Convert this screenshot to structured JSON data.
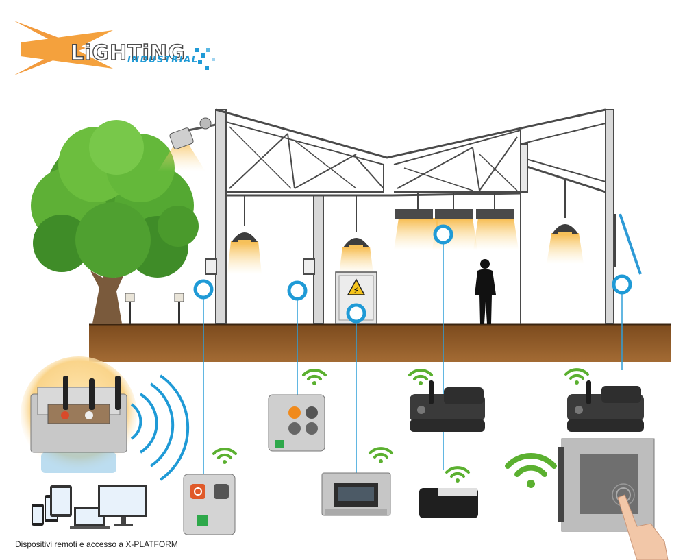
{
  "logo": {
    "brand": "LiGHTiNG",
    "subtitle": "INDUSTRIAL"
  },
  "panel": {
    "warning_symbol": "⚡"
  },
  "caption": "Dispositivi remoti e accesso a X-PLATFORM",
  "colors": {
    "accent_blue": "#1f9ad6",
    "wifi_green": "#5bb030",
    "ground_brown": "#7a4a1e",
    "logo_orange": "#f08a1c",
    "light_glow": "#f6c15a"
  },
  "icons": [
    "tree-icon",
    "floodlight-icon",
    "pendant-lamp-icon",
    "linear-lamp-icon",
    "warning-icon",
    "person-icon",
    "wifi-icon",
    "gateway-icon",
    "control-box-icon",
    "meter-icon",
    "sensor-icon",
    "tablet-icon",
    "touch-panel-icon",
    "hand-icon",
    "smartphone-icon",
    "laptop-icon",
    "monitor-icon"
  ]
}
